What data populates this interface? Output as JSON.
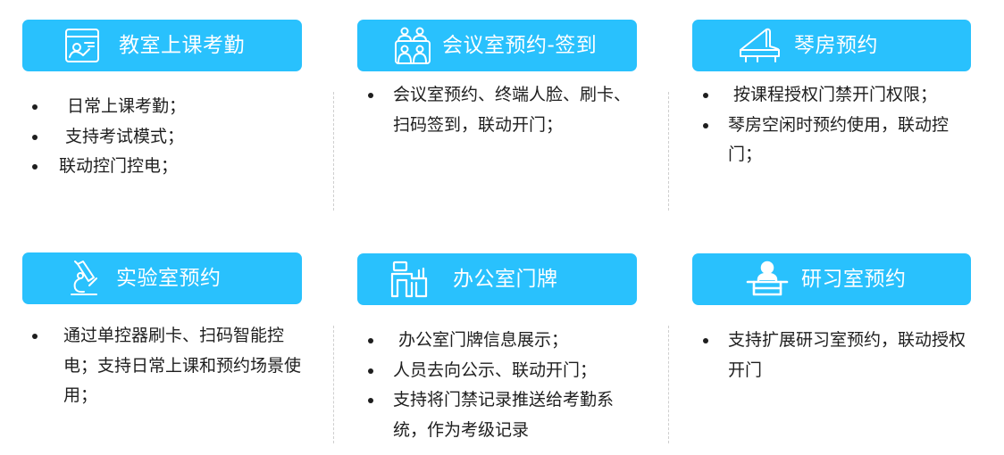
{
  "theme": {
    "header_bg": "#29c1fd",
    "header_text": "#ffffff",
    "body_text": "#1e1e1e",
    "divider": "#cfcfcf"
  },
  "cards": [
    {
      "title": "教室上课考勤",
      "icon": "classroom-board-icon",
      "bullets": [
        "日常上课考勤；",
        "支持考试模式；",
        "联动控门控电；"
      ]
    },
    {
      "title": "会议室预约-签到",
      "icon": "meeting-people-icon",
      "bullets": [
        "会议室预约、终端人脸、刷卡、扫码签到，联动开门；"
      ]
    },
    {
      "title": "琴房预约",
      "icon": "piano-icon",
      "bullets": [
        "按课程授权门禁开门权限；",
        "琴房空闲时预约使用，联动控门；"
      ]
    },
    {
      "title": "实验室预约",
      "icon": "microscope-icon",
      "bullets": [
        "通过单控器刷卡、扫码智能控电；支持日常上课和预约场景使用；"
      ]
    },
    {
      "title": "办公室门牌",
      "icon": "office-desk-icon",
      "bullets": [
        "办公室门牌信息展示；",
        "人员去向公示、联动开门；",
        "支持将门禁记录推送给考勤系统，作为考级记录"
      ]
    },
    {
      "title": "研习室预约",
      "icon": "study-desk-icon",
      "bullets": [
        "支持扩展研习室预约，联动授权开门"
      ]
    }
  ]
}
